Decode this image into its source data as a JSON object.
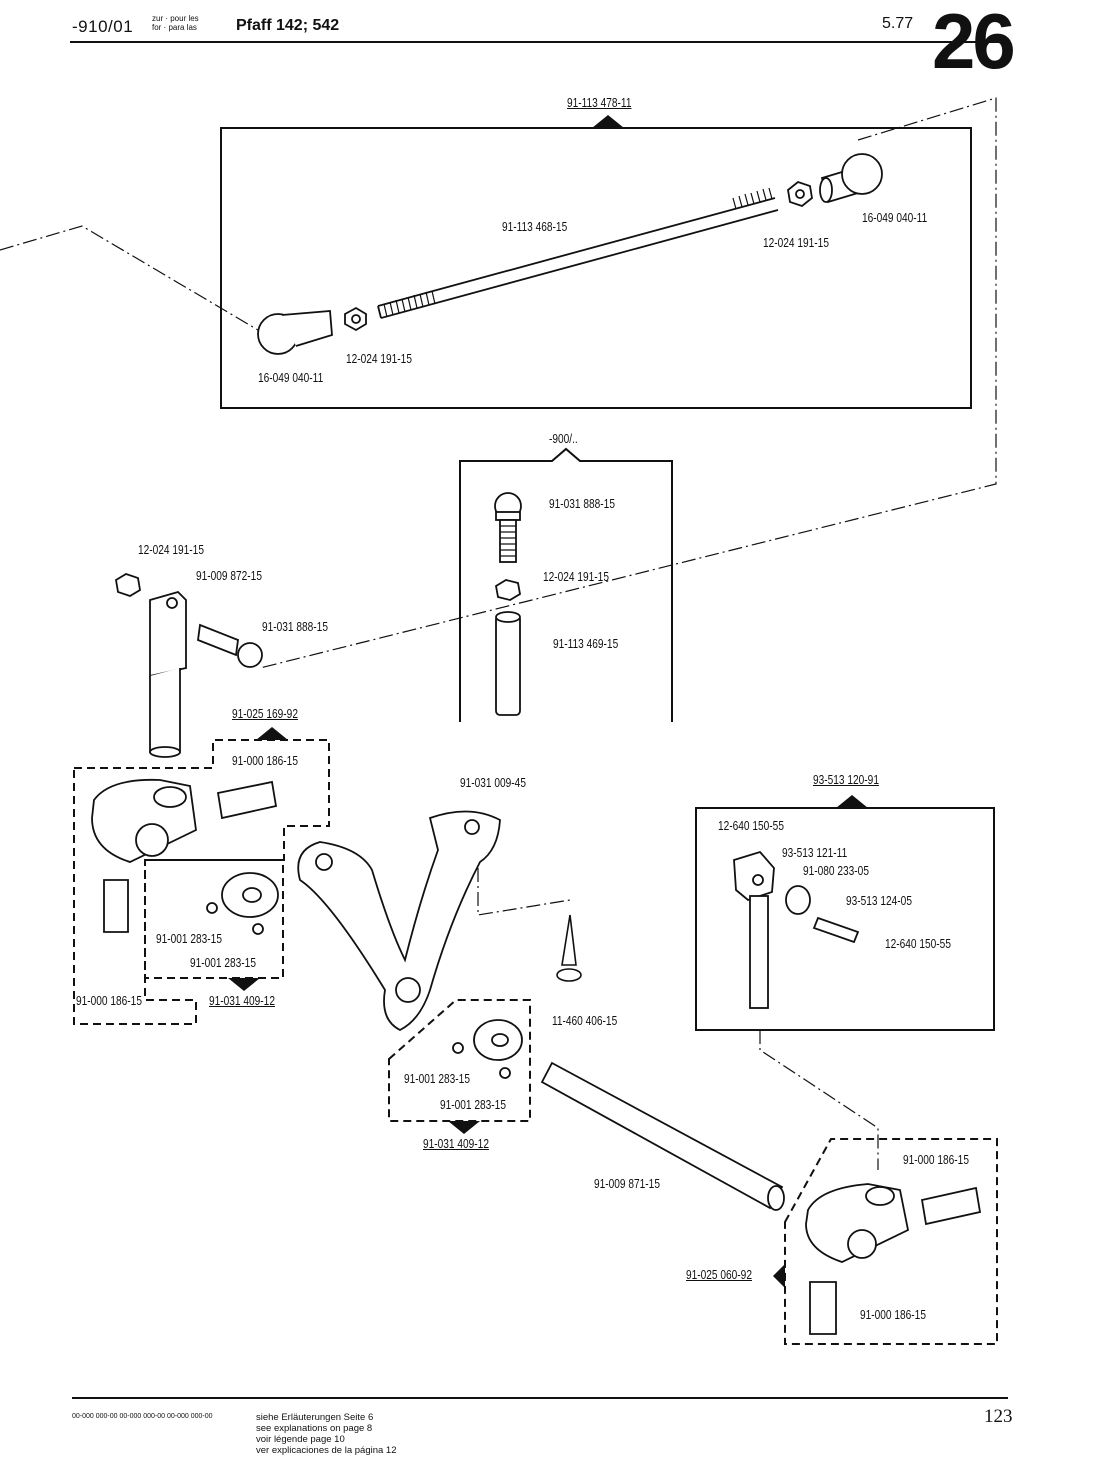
{
  "header": {
    "code": "-910/01",
    "lang_line1": "zur · pour les",
    "lang_line2": "for · para las",
    "model": "Pfaff 142; 542",
    "date": "5.77",
    "section_number": "26"
  },
  "parts": {
    "p1": "91-113 478-11",
    "p2": "91-113 468-15",
    "p3": "12-024 191-15",
    "p4": "16-049 040-11",
    "p5": "12-024 191-15",
    "p6": "16-049 040-11",
    "p7": "-900/..",
    "p8": "91-031 888-15",
    "p9": "12-024 191-15",
    "p10": "91-113 469-15",
    "p11": "12-024 191-15",
    "p12": "91-009 872-15",
    "p13": "91-031 888-15",
    "p14": "91-025 169-92",
    "p15": "91-000 186-15",
    "p16": "91-031 009-45",
    "p17": "93-513 120-91",
    "p18": "12-640 150-55",
    "p19": "93-513 121-11",
    "p20": "91-080 233-05",
    "p21": "93-513 124-05",
    "p22": "12-640 150-55",
    "p23": "91-001 283-15",
    "p24": "91-001 283-15",
    "p25": "91-031 409-12",
    "p26": "91-000 186-15",
    "p27": "11-460 406-15",
    "p28": "91-001 283-15",
    "p29": "91-001 283-15",
    "p30": "91-031 409-12",
    "p31": "91-009 871-15",
    "p32": "91-000 186-15",
    "p33": "91-025 060-92",
    "p34": "91-000 186-15"
  },
  "footer": {
    "legend_codes": "00-000 000-00   00-000 000-00   00-000 000-00",
    "line1": "siehe Erläuterungen Seite 6",
    "line2": "see explanations on page 8",
    "line3": "voir légende page 10",
    "line4": "ver explicaciones de la página 12",
    "page_number": "123"
  }
}
